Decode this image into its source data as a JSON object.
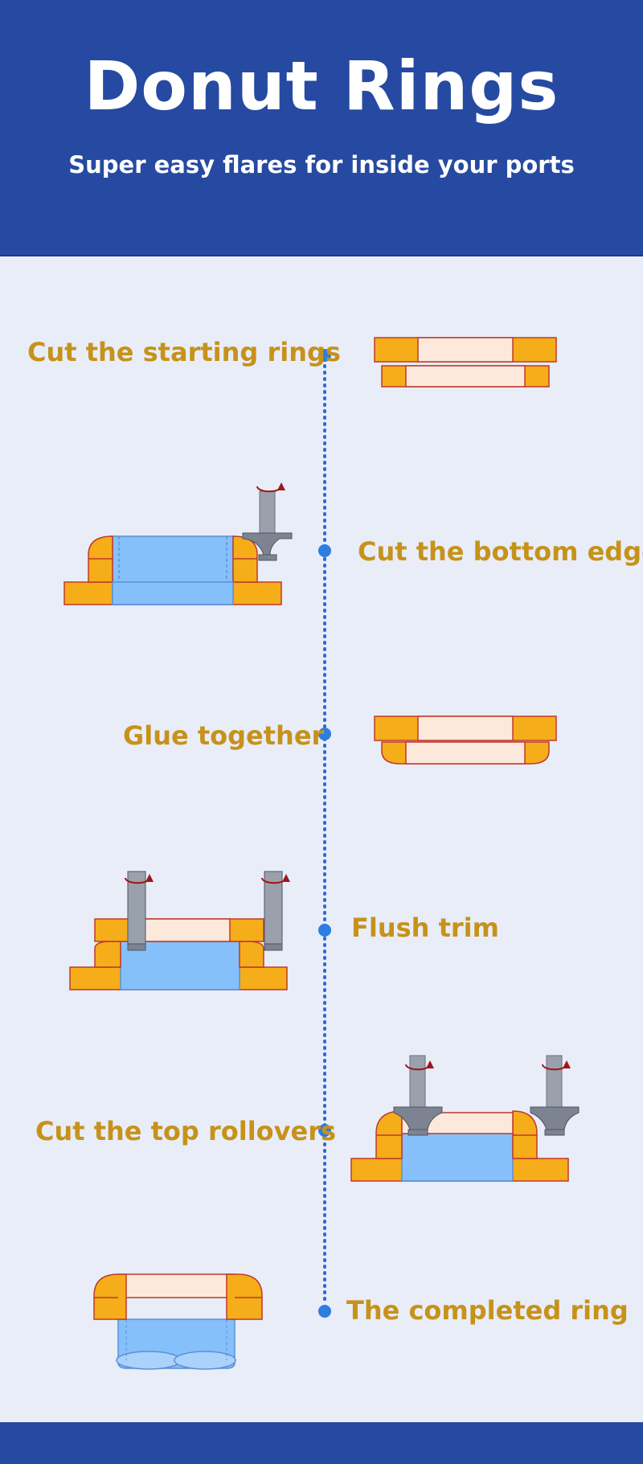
{
  "header": {
    "title": "Donut Rings",
    "subtitle": "Super easy flares for inside your ports"
  },
  "steps": [
    {
      "label": "Cut the starting rings"
    },
    {
      "label": "Cut the bottom edges"
    },
    {
      "label": "Glue together"
    },
    {
      "label": "Flush trim"
    },
    {
      "label": "Cut the top rollovers"
    },
    {
      "label": "The completed ring"
    }
  ],
  "colors": {
    "header_bg": "#264aa1",
    "page_bg": "#e8edf8",
    "label_text": "#c7921a",
    "wood_orange": "#f5ad1a",
    "wood_light": "#fde9dc",
    "port_blue": "#86c0fa",
    "bit_grey": "#7d8391",
    "timeline_dot": "#2e7de0",
    "arrow_red": "#a01515"
  }
}
